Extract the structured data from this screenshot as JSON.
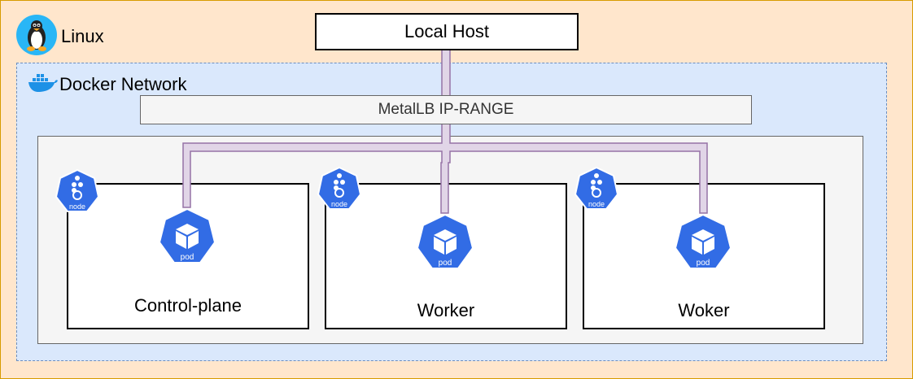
{
  "linux": {
    "label": "Linux"
  },
  "docker": {
    "label": "Docker Network"
  },
  "local_host": {
    "label": "Local Host"
  },
  "metallb": {
    "label": "MetalLB IP-RANGE"
  },
  "node_badge_text": "node",
  "pod_badge_text": "pod",
  "nodes": [
    {
      "label": "Control-plane"
    },
    {
      "label": "Worker"
    },
    {
      "label": "Woker"
    }
  ],
  "colors": {
    "linux_bg": "#ffe6cc",
    "linux_border": "#d79b00",
    "docker_bg": "#dae8fc",
    "docker_border": "#6c8ebf",
    "cluster_bg": "#f5f5f5",
    "k8s_blue": "#326ce5",
    "link_fill": "#e1d5e7",
    "link_stroke": "#9673a6"
  },
  "icons": {
    "linux": "tux-penguin-icon",
    "docker": "docker-whale-icon",
    "node": "kubernetes-node-icon",
    "pod": "kubernetes-pod-icon"
  }
}
